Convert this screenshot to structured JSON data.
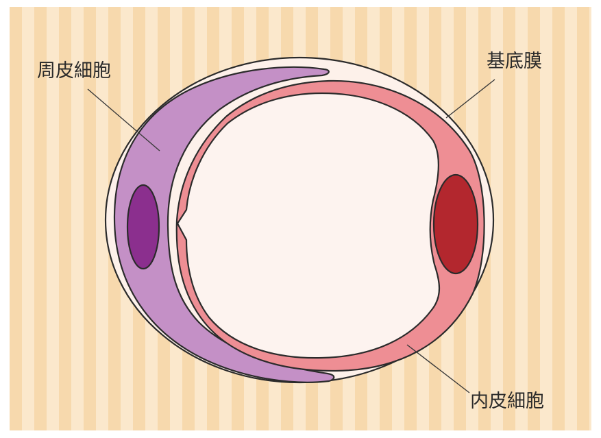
{
  "labels": {
    "pericyte": "周皮細胞",
    "basement_membrane": "基底膜",
    "endothelial_cell": "内皮細胞"
  },
  "colors": {
    "background_light": "#fbe8cc",
    "background_stripe": "#f7d9ad",
    "membrane_fill": "#fdf1ea",
    "pericyte_cytoplasm": "#c490c6",
    "pericyte_nucleus": "#8b2f8e",
    "endothelial_cytoplasm": "#ee8e94",
    "endothelial_nucleus": "#b3272e",
    "lumen": "#fdf3ef",
    "outline": "#2b2b2b"
  }
}
